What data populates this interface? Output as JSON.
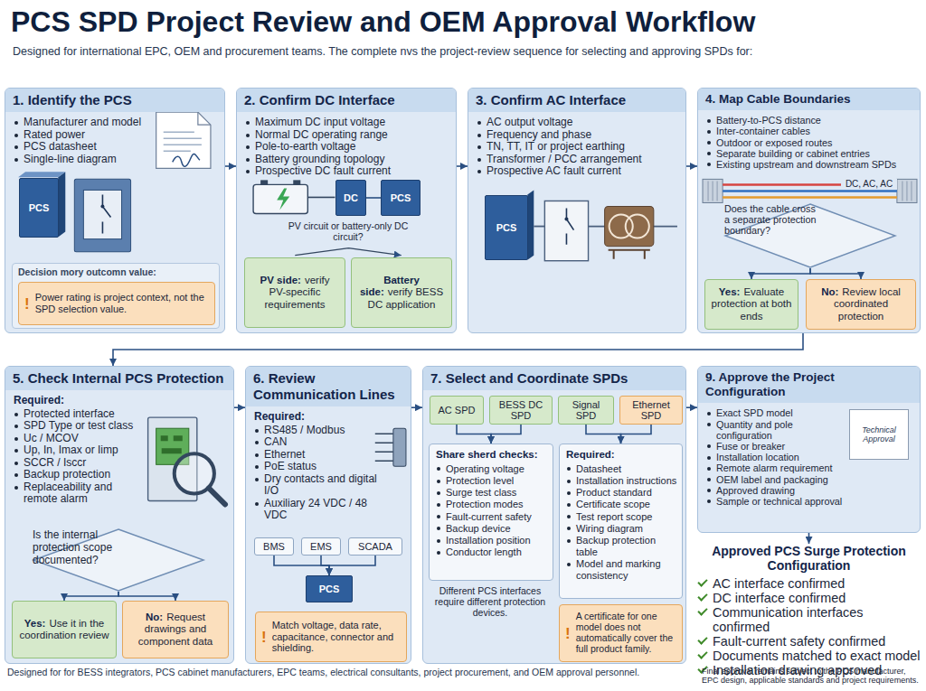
{
  "diagram": {
    "title": "PCS SPD Project Review and OEM Approval Workflow",
    "caption": "Designed for for BESS integrators, PCS cabinet manufacturers, EPC teams, electrical consultants, project procurement, and OEM approval personnel.",
    "nodes": [
      {
        "text": [
          "1. Identify the PCS",
          "Manufacturer and model",
          "Rated power",
          "PCS datasheet",
          "Single-line diagram"
        ]
      },
      {
        "text": [
          "PCS"
        ],
        "in": 0
      },
      {
        "text": [
          "Decision mory outcomn value:"
        ],
        "in": 0
      },
      {
        "text": [
          "!",
          "Power rating is project context, not the SPD selection value."
        ],
        "in": 2
      },
      {
        "text": [
          "2. Confirm DC Interface",
          "Maximum DC input voltage",
          "Normal DC operating range",
          "Pole-to-earth voltage",
          "Battery grounding topology",
          "Prospective DC fault current"
        ]
      },
      {
        "text": [
          "DC"
        ],
        "in": 4
      },
      {
        "text": [
          "PCS"
        ],
        "in": 4
      },
      {
        "text": [
          "PV side:",
          "verify PV-specific requirements"
        ],
        "in": 4
      },
      {
        "text": [
          "Battery side:",
          "verify BESS DC application"
        ],
        "in": 4
      },
      {
        "text": [
          "3. Confirm AC Interface",
          "AC output voltage",
          "Frequency and phase",
          "TN, TT, IT or project earthing",
          "Transformer / PCC arrangement",
          "Prospective AC fault current"
        ]
      },
      {
        "text": [
          "PCS"
        ],
        "in": 9
      },
      {
        "text": [
          "4. Map Cable Boundaries",
          "Battery-to-PCS distance",
          "Inter-container cables",
          "Outdoor or exposed routes",
          "Separate building or cabinet entries",
          "Existing upstream and downstream SPDs"
        ]
      },
      {
        "text": [
          "Does the cable cross a separate protection boundary?"
        ],
        "in": 11
      },
      {
        "text": [
          "Yes:",
          "Evaluate protection at both ends"
        ],
        "in": 11
      },
      {
        "text": [
          "No:",
          "Review local coordinated protection"
        ],
        "in": 11
      },
      {
        "text": [
          "5. Check Internal PCS Protection",
          "Required:",
          "Protected interface",
          "SPD Type or test class",
          "Uc / MCOV",
          "Up, In, Imax or Iimp",
          "SCCR / Isccr",
          "Backup protection",
          "Replaceability and remote alarm"
        ]
      },
      {
        "text": [
          "Is the internal protection scope documented?"
        ],
        "in": 15
      },
      {
        "text": [
          "Yes:",
          "Use it in the coordination review"
        ],
        "in": 15
      },
      {
        "text": [
          "No:",
          "Request drawings and component data"
        ],
        "in": 15
      },
      {
        "text": [
          "6. Review Communication Lines",
          "Required:",
          "RS485 / Modbus",
          "CAN",
          "Ethernet",
          "PoE status",
          "Dry contacts and digital I/O",
          "Auxiliary 24 VDC / 48 VDC"
        ]
      },
      {
        "text": [
          "BMS"
        ],
        "in": 19
      },
      {
        "text": [
          "EMS"
        ],
        "in": 19
      },
      {
        "text": [
          "SCADA"
        ],
        "in": 19
      },
      {
        "text": [
          "PCS"
        ],
        "in": 19
      },
      {
        "text": [
          "!",
          "Match voltage, data rate, capacitance, connector and shielding."
        ],
        "in": 19
      },
      {
        "text": [
          "7. Select and Coordinate SPDs"
        ]
      },
      {
        "text": [
          "AC SPD"
        ],
        "in": 25
      },
      {
        "text": [
          "BESS DC SPD"
        ],
        "in": 25
      },
      {
        "text": [
          "Signal SPD"
        ],
        "in": 25
      },
      {
        "text": [
          "Ethernet SPD"
        ],
        "in": 25
      },
      {
        "text": [
          "Share sherd checks:",
          "Operating voltage",
          "Protection level",
          "Surge test class",
          "Protection modes",
          "Fault-current safety",
          "Backup device",
          "Installation position",
          "Conductor length"
        ],
        "in": 25
      },
      {
        "text": [
          "Required:",
          "Datasheet",
          "Installation instructions",
          "Product standard",
          "Certificate scope",
          "Test report scope",
          "Wiring diagram",
          "Backup protection table",
          "Model and marking consistency"
        ],
        "in": 25
      },
      {
        "text": [
          "!",
          "A certificate for one model does not automatically cover the full product family."
        ],
        "in": 25
      },
      {
        "text": [
          "9. Approve the Project Configuration",
          "Exact SPD model",
          "Quantity and pole configuration",
          "Fuse or breaker",
          "Installation location",
          "Remote alarm requirement",
          "OEM label and packaging",
          "Approved drawing",
          "Sample or technical approval"
        ]
      },
      {
        "text": [
          "Technical Approval"
        ],
        "in": 33
      },
      {
        "text": [
          "Approved PCS Surge Protection Configuration",
          "AC interface confirmed",
          "DC interface confirmed",
          "Communication interfaces confirmed",
          "Fault-current safety confirmed",
          "Documents matched to exact model",
          "Installation drawing approved"
        ]
      }
    ],
    "edges": [
      {
        "from": 0,
        "to": 4,
        "arrow": "to"
      },
      {
        "from": 4,
        "to": 9,
        "arrow": "to"
      },
      {
        "from": 9,
        "to": 11,
        "arrow": "to"
      },
      {
        "from": 11,
        "to": 15,
        "arrow": "to"
      },
      {
        "from": 15,
        "to": 19,
        "arrow": "to"
      },
      {
        "from": 19,
        "to": 25,
        "arrow": "to"
      },
      {
        "from": 25,
        "to": 33,
        "arrow": "to"
      },
      {
        "from": 33,
        "to": 35,
        "arrow": "to"
      },
      {
        "from": 5,
        "to": 6,
        "arrow": "none"
      },
      {
        "from": 12,
        "to": 13,
        "arrow": "to"
      },
      {
        "from": 12,
        "to": 14,
        "arrow": "to"
      },
      {
        "from": 16,
        "to": 17,
        "arrow": "to"
      },
      {
        "from": 16,
        "to": 18,
        "arrow": "to"
      },
      {
        "from": 20,
        "to": 23,
        "arrow": "to"
      },
      {
        "from": 21,
        "to": 23,
        "arrow": "to"
      },
      {
        "from": 22,
        "to": 23,
        "arrow": "to"
      },
      {
        "from": 26,
        "to": 30,
        "arrow": "to"
      },
      {
        "from": 27,
        "to": 30,
        "arrow": "to"
      },
      {
        "from": 28,
        "to": 31,
        "arrow": "to"
      },
      {
        "from": 29,
        "to": 31,
        "arrow": "to"
      }
    ],
    "labels": [
      "Designed for international EPC, OEM and procurement teams. The complete nvs the project-review sequence for selecting and approving SPDs for:",
      "PV circuit or battery-only DC circuit?",
      "DC, AC, AC",
      "Different PCS interfaces require different protection devices.",
      "Final approval remains subject to the PCS manufacturer, EPC design, applicable standards and project requirements."
    ]
  }
}
